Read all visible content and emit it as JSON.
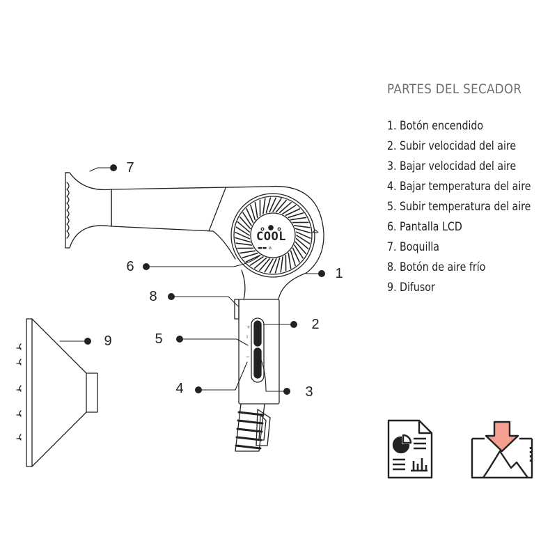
{
  "legend": {
    "title": "PARTES DEL SECADOR",
    "items": [
      "1. Botón encendido",
      "2. Subir velocidad del aire",
      "3. Bajar velocidad del aire",
      "4. Bajar temperatura del aire",
      "5. Subir temperatura del aire",
      "6. Pantalla LCD",
      "7. Boquilla",
      "8. Botón de aire frío",
      "9. Difusor"
    ]
  },
  "callouts": [
    "1",
    "2",
    "3",
    "4",
    "5",
    "6",
    "7",
    "8",
    "9"
  ],
  "display": {
    "lcd_text": "COOL"
  },
  "icons": {
    "document": "document-chart-icon",
    "image_download": "image-download-icon",
    "accent_color": "#f4a090"
  }
}
